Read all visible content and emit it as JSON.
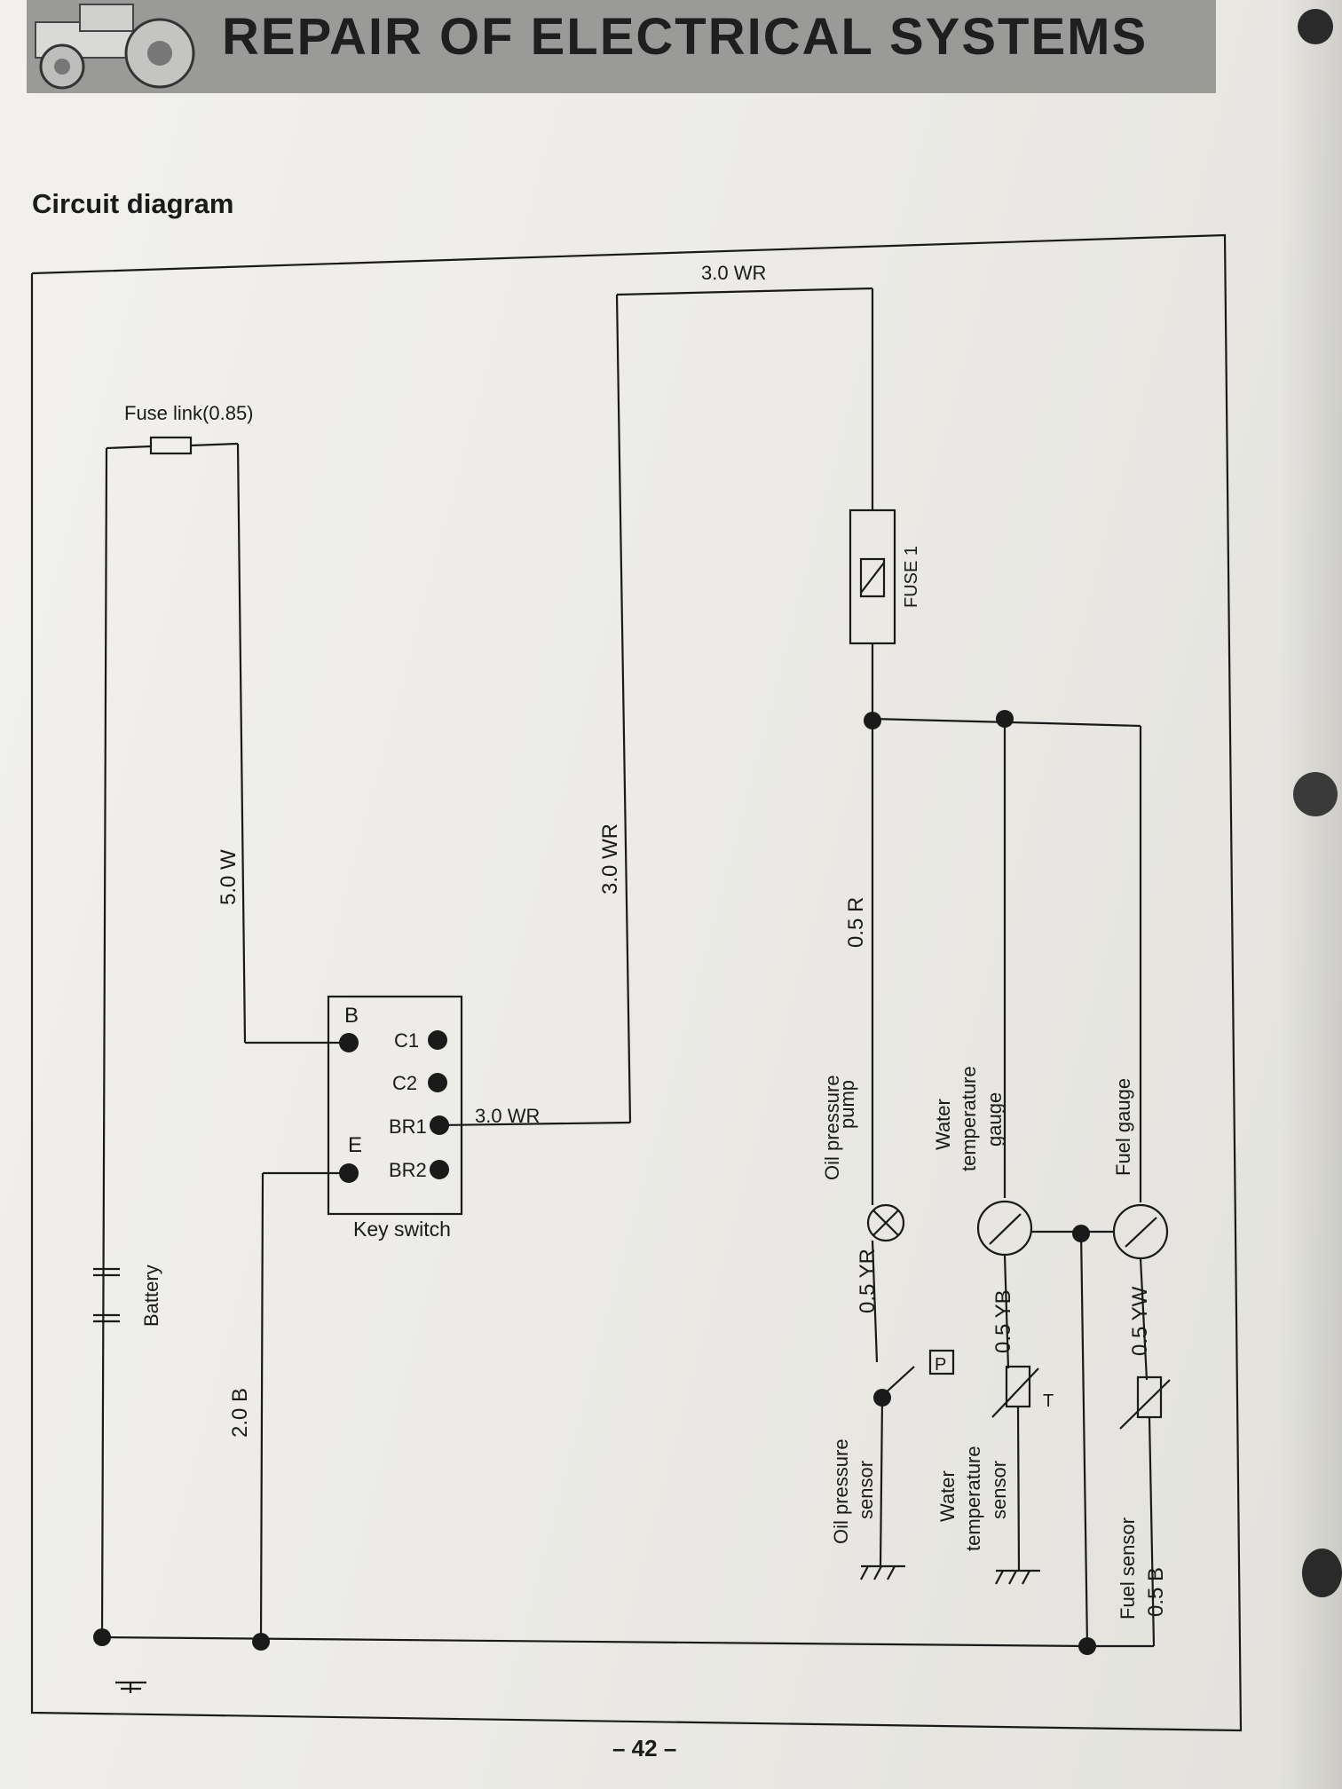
{
  "header": {
    "title": "REPAIR OF ELECTRICAL SYSTEMS"
  },
  "section_heading": "Circuit diagram",
  "page_number": "– 42 –",
  "labels": {
    "fuse_link": "Fuse link(0.85)",
    "wire_5w": "5.0 W",
    "battery": "Battery",
    "wire_2b": "2.0 B",
    "wire_3wr_horizontal": "3.0 WR",
    "wire_3wr_vertical": "3.0 WR",
    "wire_3wr_top": "3.0 WR",
    "fuse_1": "FUSE 1",
    "wire_05r": "0.5 R",
    "wire_05yr": "0.5 YR",
    "wire_05yb": "0.5 YB",
    "wire_05yw": "0.5 YW",
    "wire_05b": "0.5 B",
    "switch_p": "P",
    "sensor_t": "T"
  },
  "key_switch": {
    "label": "Key switch",
    "terminals": [
      "B",
      "C1",
      "C2",
      "BR1",
      "E",
      "BR2"
    ]
  },
  "components": {
    "oil_pressure_pump": {
      "line1": "Oil pressure",
      "line2": "pump"
    },
    "water_temperature_gauge": {
      "line1": "Water",
      "line2": "temperature",
      "line3": "gauge"
    },
    "fuel_gauge": {
      "label": "Fuel gauge"
    },
    "oil_pressure_sensor": {
      "line1": "Oil pressure",
      "line2": "sensor"
    },
    "water_temperature_sensor": {
      "line1": "Water",
      "line2": "temperature",
      "line3": "sensor"
    },
    "fuel_sensor": {
      "label": "Fuel sensor"
    }
  }
}
